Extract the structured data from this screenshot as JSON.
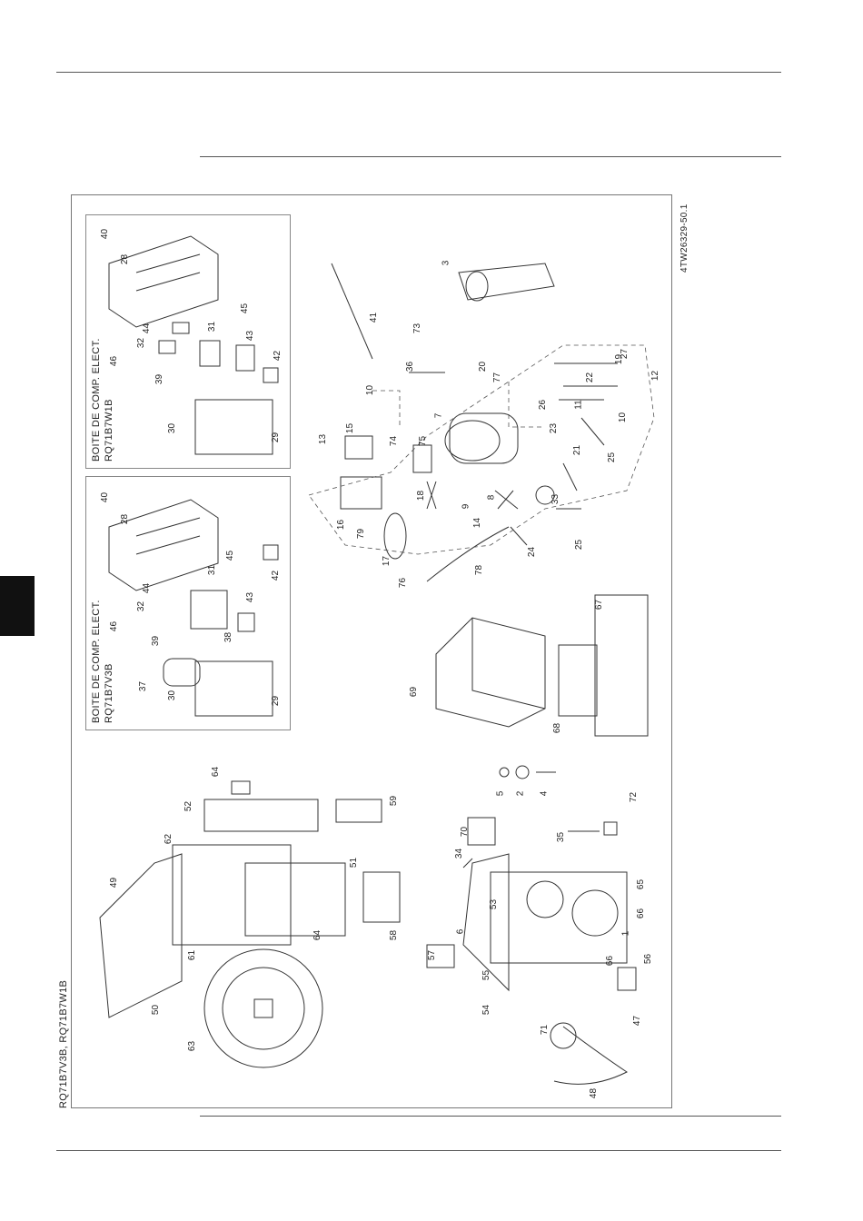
{
  "drawing_id": "4TW26329-50.1",
  "model_label": "RQ71B7V3B, RQ71B7W1B",
  "boxes": [
    {
      "title": "BOITE DE COMP. ELECT.",
      "model": "RQ71B7V3B"
    },
    {
      "title": "BOITE DE COMP. ELECT.",
      "model": "RQ71B7W1B"
    }
  ],
  "part_numbers": {
    "box_v3b": [
      "40",
      "28",
      "44",
      "32",
      "46",
      "31",
      "39",
      "45",
      "37",
      "38",
      "30",
      "43",
      "42",
      "29"
    ],
    "box_w1b": [
      "40",
      "28",
      "45",
      "44",
      "32",
      "31",
      "46",
      "39",
      "43",
      "42",
      "30",
      "29"
    ],
    "unit": [
      "49",
      "62",
      "52",
      "64",
      "59",
      "50",
      "61",
      "63",
      "51",
      "64",
      "58",
      "57",
      "6",
      "55",
      "54",
      "53",
      "34",
      "70",
      "35",
      "72",
      "71",
      "47",
      "48",
      "56",
      "66",
      "65",
      "66",
      "1"
    ],
    "small": [
      "5",
      "2",
      "4"
    ],
    "packing": [
      "69",
      "68",
      "67"
    ],
    "refrigerant": [
      "41",
      "3",
      "73",
      "36",
      "20",
      "77",
      "19",
      "27",
      "22",
      "12",
      "26",
      "11",
      "23",
      "10",
      "7",
      "75",
      "74",
      "15",
      "13",
      "10",
      "16",
      "79",
      "17",
      "18",
      "8",
      "9",
      "14",
      "33",
      "21",
      "25",
      "25",
      "24",
      "78",
      "76"
    ]
  }
}
